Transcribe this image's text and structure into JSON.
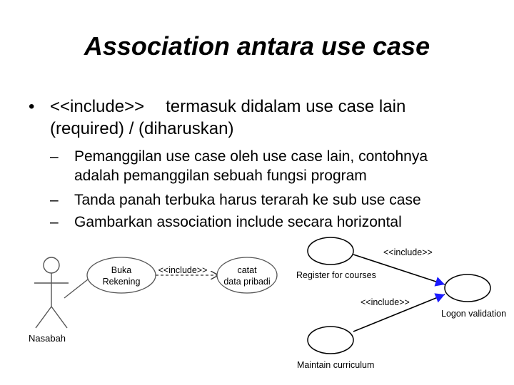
{
  "slide": {
    "title": "Association antara use case",
    "bullet": {
      "marker": "•",
      "tag": "<<include>>",
      "text_1": "termasuk didalam use case lain",
      "text_2": "(required) / (diharuskan)"
    },
    "subbullets": [
      {
        "dash": "–",
        "line_1": "Pemanggilan use case oleh use case lain, contohnya",
        "line_2": "adalah  pemanggilan sebuah fungsi program"
      },
      {
        "dash": "–",
        "line_1": "Tanda panah terbuka harus terarah ke sub use case"
      },
      {
        "dash": "–",
        "line_1": "Gambarkan association include secara horizontal"
      }
    ]
  },
  "left_diagram": {
    "actor": "Nasabah",
    "usecase_1": [
      "Buka",
      "Rekening"
    ],
    "include_label": "<<include>>",
    "usecase_2": [
      "catat",
      "data pribadi"
    ]
  },
  "right_diagram": {
    "usecase_register": "Register for courses",
    "usecase_logon": "Logon validation",
    "usecase_maintain": "Maintain curriculum",
    "include_label_1": "<<include>>",
    "include_label_2": "<<include>>",
    "arrow_color": "#1a1aff"
  }
}
